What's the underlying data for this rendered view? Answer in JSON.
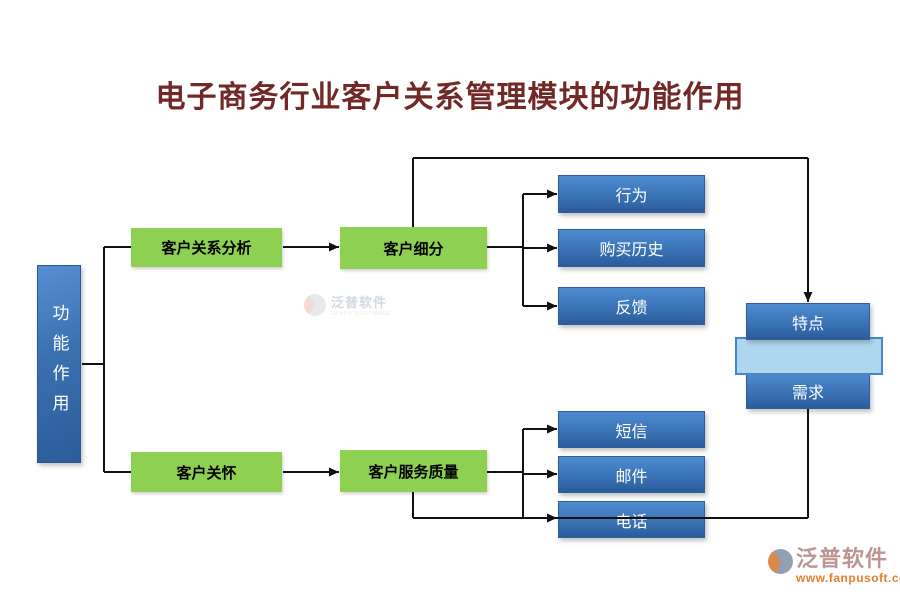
{
  "title": "电子商务行业客户关系管理模块的功能作用",
  "nodes": {
    "root": "功能作用",
    "analysis": "客户关系分析",
    "segment": "客户细分",
    "care": "客户关怀",
    "service": "客户服务质量",
    "behavior": "行为",
    "history": "购买历史",
    "feedback": "反馈",
    "sms": "短信",
    "email": "邮件",
    "phone": "电话",
    "feature": "特点",
    "demand": "需求"
  },
  "watermark": {
    "name": "泛普软件",
    "sub": "FANPU SOFTWARE"
  },
  "logo": {
    "name": "泛普软件",
    "url": "www.fanpusoft.com"
  },
  "colors": {
    "green": "#8dd052",
    "blue-top": "#4e8cd0",
    "blue-bot": "#2b5c9b",
    "bar-fill": "#aed6ee",
    "bar-border": "#4788c4",
    "title-color": "#732828",
    "logo-orange": "#e2802f",
    "logo-pink": "#bd9494",
    "line": "#111111"
  }
}
